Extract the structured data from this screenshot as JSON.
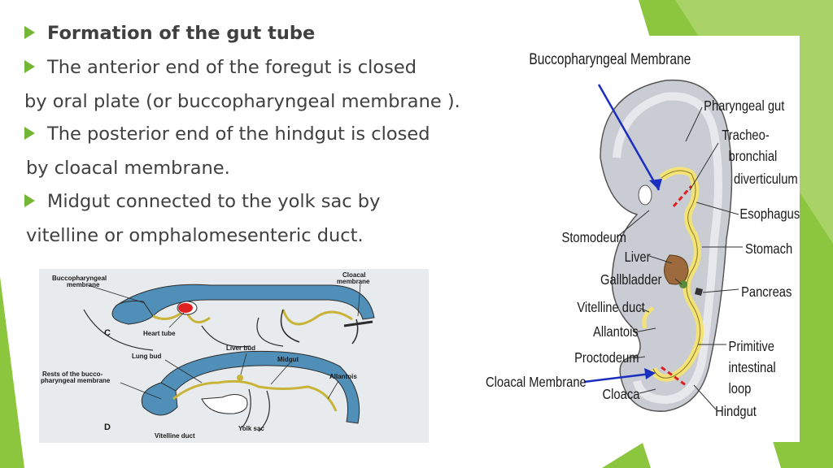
{
  "slide": {
    "bullets": [
      {
        "text": "Formation of the gut tube",
        "bold": true
      },
      {
        "text": "The anterior end of the foregut is closed"
      },
      {
        "text": "by oral plate (or buccopharyngeal membrane )."
      },
      {
        "text": "The posterior end of the hindgut is closed"
      },
      {
        "text": " by cloacal membrane."
      },
      {
        "text": "Midgut connected to the yolk sac by"
      },
      {
        "text": " vitelline or omphalomesenteric duct."
      }
    ],
    "accent_color": "#74b636"
  },
  "left_figure": {
    "top_labels": {
      "buccopharyngeal": [
        "Buccopharyngeal",
        "membrane"
      ],
      "cloacal": [
        "Cloacal",
        "membrane"
      ],
      "heart_tube": "Heart tube",
      "panel_c": "C"
    },
    "bottom_labels": {
      "liver_bud": "Liver bud",
      "lung_bud": "Lung bud",
      "midgut": "Midgut",
      "rests": [
        "Rests of the bucco-",
        "pharyngeal membrane"
      ],
      "allantois": "Allantois",
      "yolk_sac": "Yolk sac",
      "vitelline_duct": "Vitelline duct",
      "panel_d": "D"
    }
  },
  "right_figure": {
    "title": "Buccopharyngeal Membrane",
    "labels": {
      "pharyngeal_gut": "Pharyngeal gut",
      "tracheo": [
        "Tracheo-",
        "bronchial",
        "diverticulum"
      ],
      "esophagus": "Esophagus",
      "stomodeum": "Stomodeum",
      "stomach": "Stomach",
      "liver": "Liver",
      "gallbladder": "Gallbladder",
      "pancreas": "Pancreas",
      "vitelline_duct": "Vitelline duct",
      "allantois": "Allantois",
      "primitive": [
        "Primitive",
        "intestinal",
        "loop"
      ],
      "proctodeum": "Proctodeum",
      "cloacal_membrane": "Cloacal Membrane",
      "cloaca": "Cloaca",
      "hindgut": "Hindgut"
    }
  }
}
